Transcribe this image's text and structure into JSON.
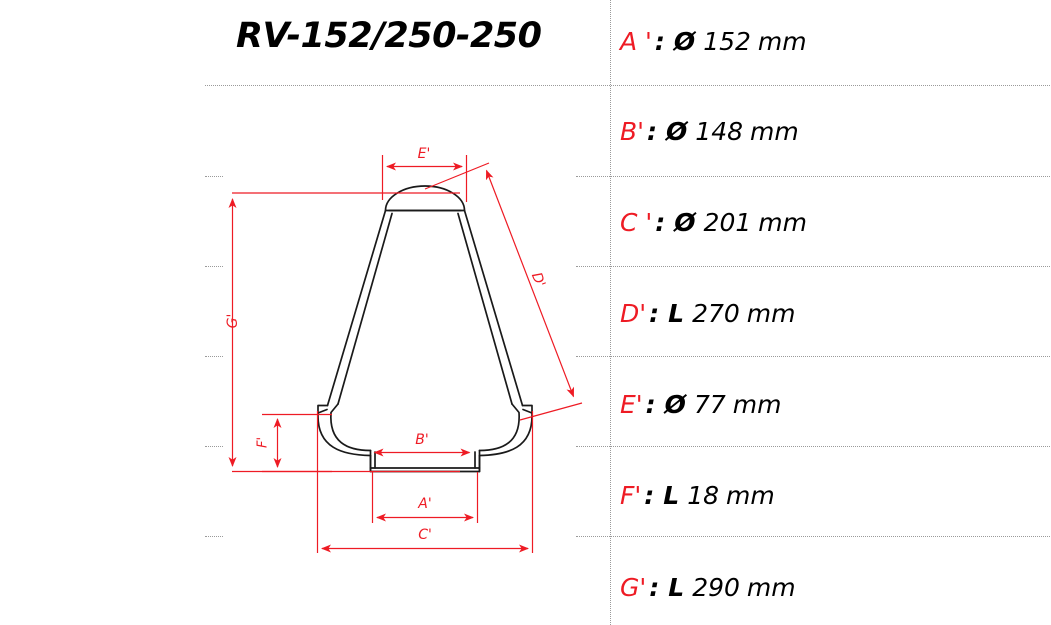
{
  "title": "RV-152/250-250",
  "specs": [
    {
      "key": "A '",
      "sep": ":",
      "symbol": "Ø",
      "value": "152",
      "unit": "mm"
    },
    {
      "key": "B'",
      "sep": ":",
      "symbol": "Ø",
      "value": "148",
      "unit": "mm"
    },
    {
      "key": "C '",
      "sep": ":",
      "symbol": "Ø",
      "value": "201",
      "unit": "mm"
    },
    {
      "key": "D'",
      "sep": ":",
      "symbol": "L",
      "value": "270",
      "unit": "mm"
    },
    {
      "key": "E'",
      "sep": ":",
      "symbol": "Ø",
      "value": "77",
      "unit": "mm"
    },
    {
      "key": "F'",
      "sep": ":",
      "symbol": "L",
      "value": "18",
      "unit": "mm"
    },
    {
      "key": "G'",
      "sep": ":",
      "symbol": "L",
      "value": "290",
      "unit": "mm"
    }
  ],
  "drawing": {
    "dimension_labels": {
      "A": "A'",
      "B": "B'",
      "C": "C'",
      "D": "D'",
      "E": "E'",
      "F": "F'",
      "G": "G'"
    }
  },
  "colors": {
    "dimension_red": "#ee1b24",
    "outline_black": "#1a1a1a",
    "rule_grey": "#9a9a9a",
    "background": "#ffffff"
  }
}
